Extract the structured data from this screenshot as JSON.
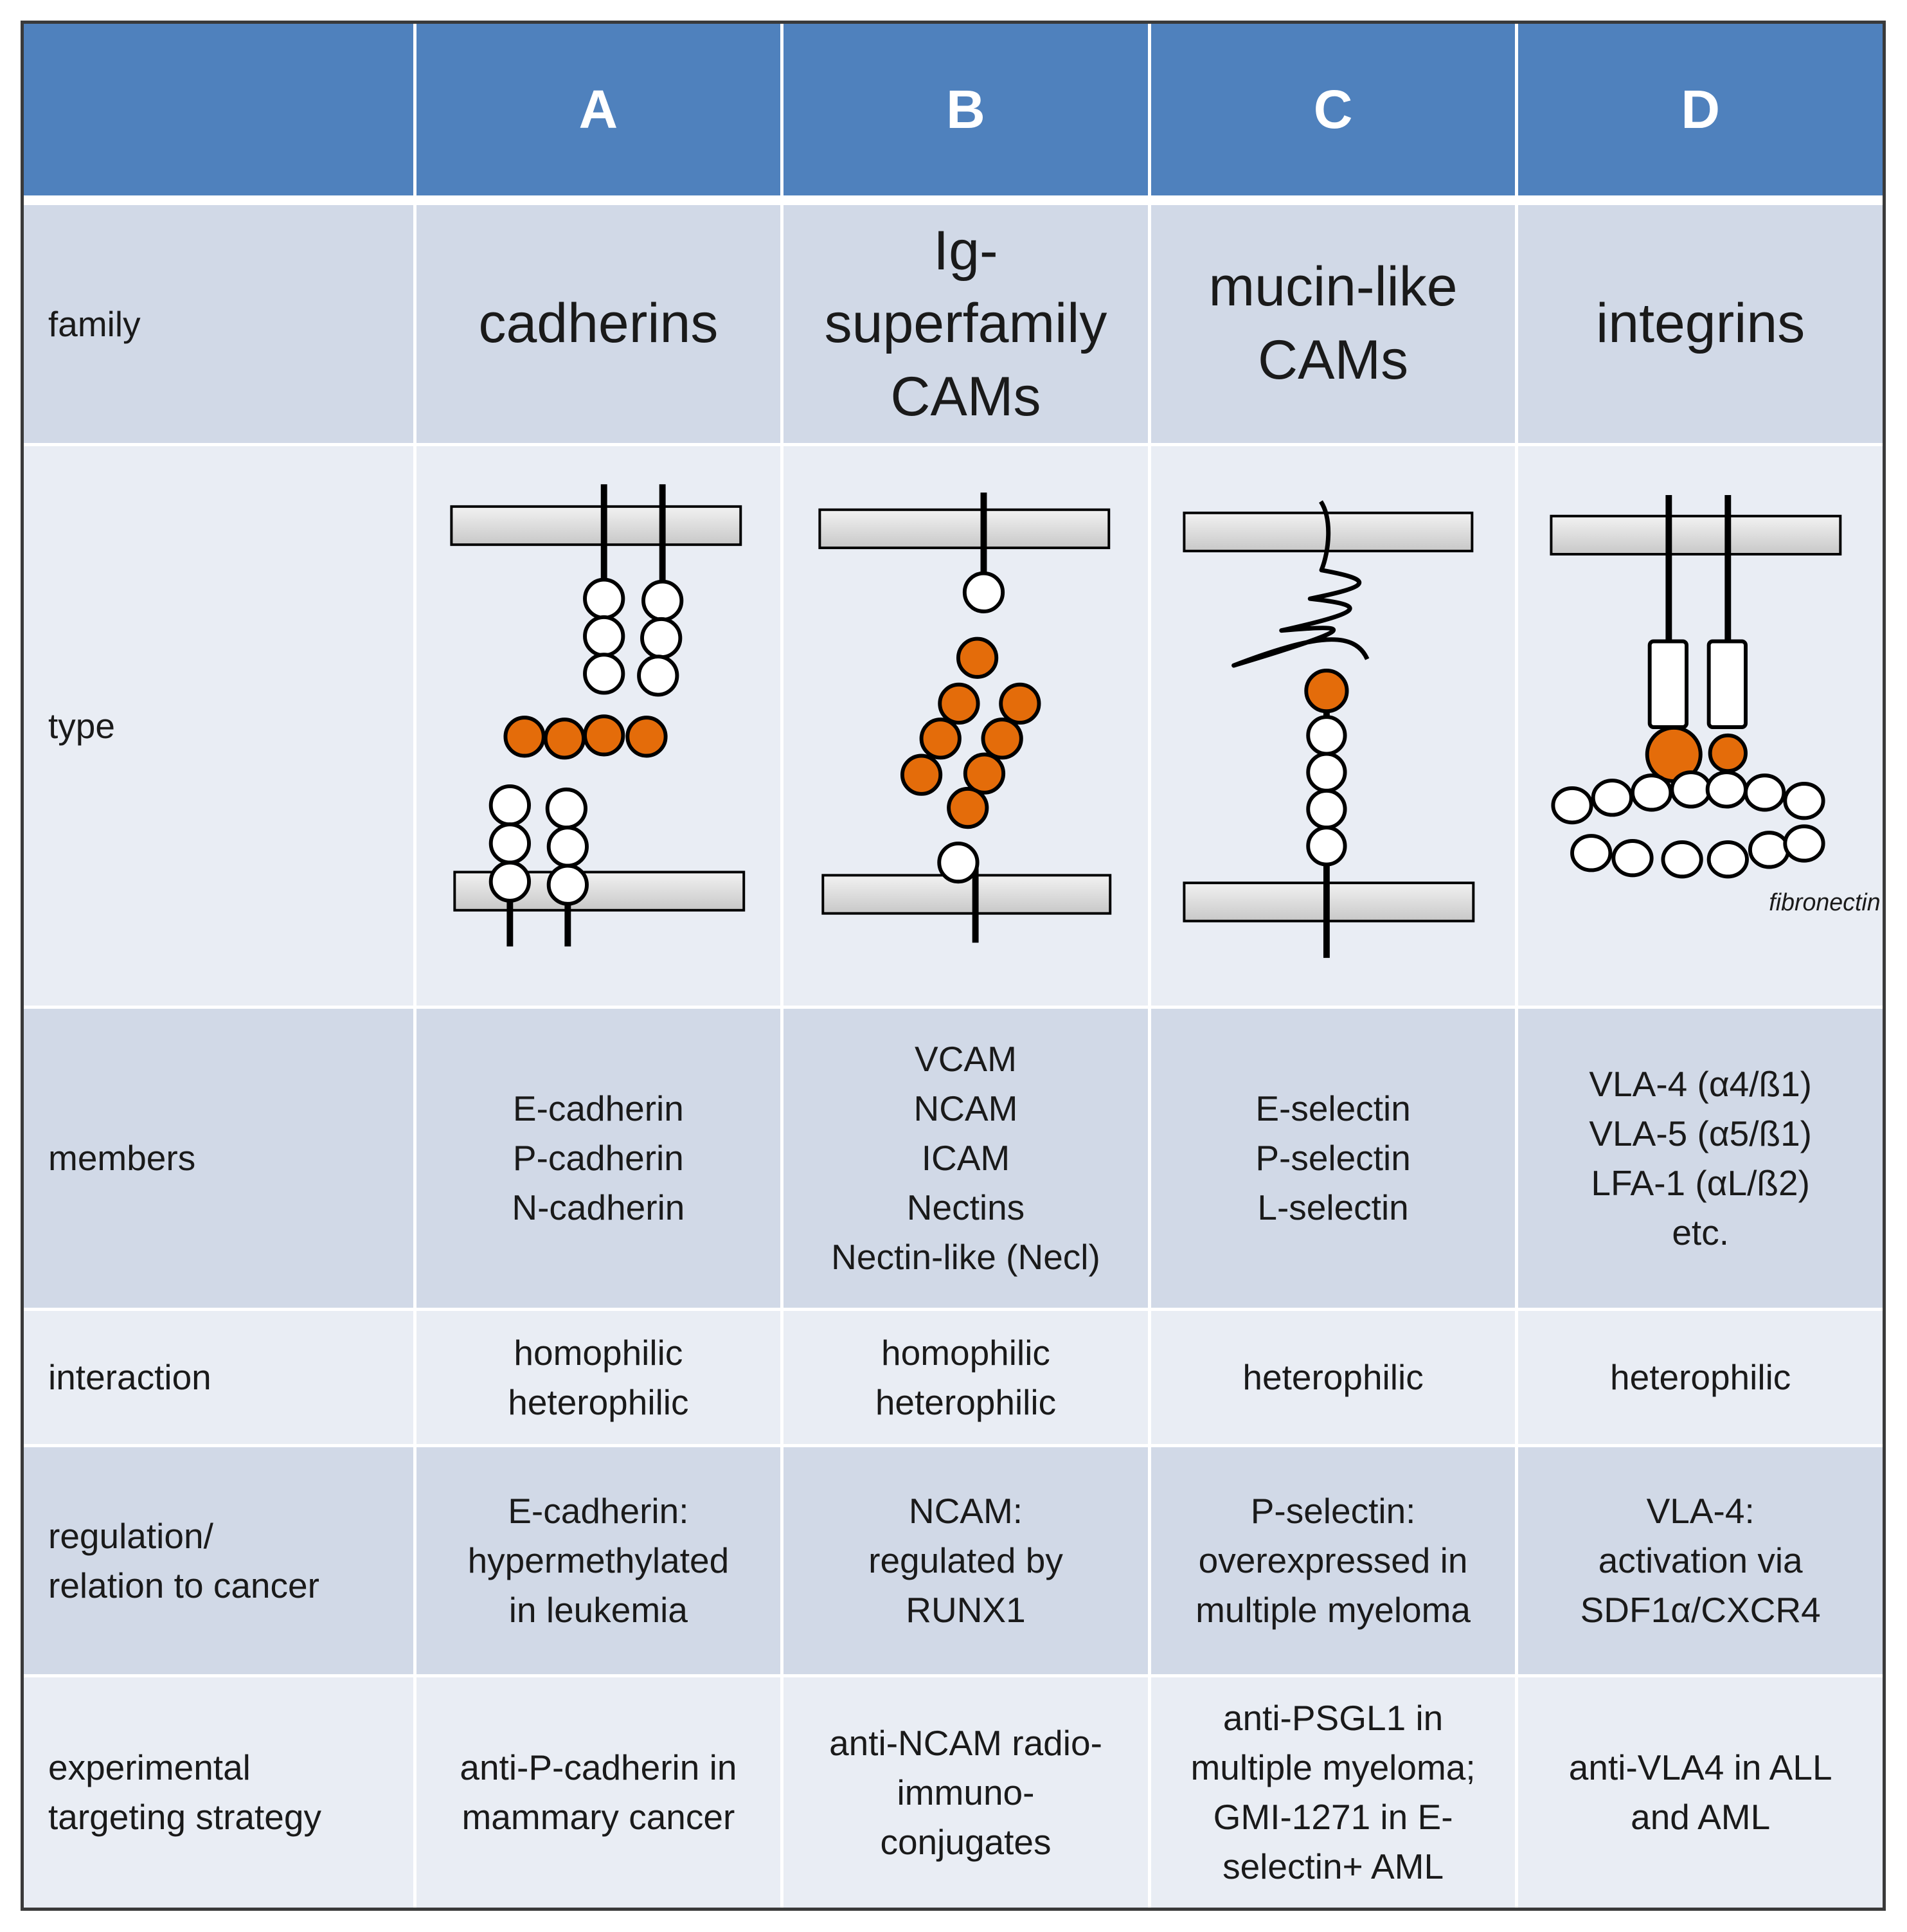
{
  "columns": [
    {
      "letter": "A",
      "family": "cadherins",
      "members": "E-cadherin\nP-cadherin\nN-cadherin",
      "interaction": "homophilic\nheterophilic",
      "regulation": "E-cadherin:\nhypermethylated\nin leukemia",
      "targeting": "anti-P-cadherin in\nmammary cancer"
    },
    {
      "letter": "B",
      "family": "Ig-\nsuperfamily\nCAMs",
      "members": "VCAM\nNCAM\nICAM\nNectins\nNectin-like (Necl)",
      "interaction": "homophilic\nheterophilic",
      "regulation": "NCAM:\nregulated by\nRUNX1",
      "targeting": "anti-NCAM radio-\nimmuno-\nconjugates"
    },
    {
      "letter": "C",
      "family": "mucin-like\nCAMs",
      "members": "E-selectin\nP-selectin\nL-selectin",
      "interaction": "heterophilic",
      "regulation": "P-selectin:\noverexpressed in\nmultiple myeloma",
      "targeting": "anti-PSGL1 in\nmultiple myeloma;\nGMI-1271 in E-\nselectin+ AML"
    },
    {
      "letter": "D",
      "family": "integrins",
      "members": "VLA-4 (α4/ß1)\nVLA-5 (α5/ß1)\nLFA-1 (αL/ß2)\netc.",
      "interaction": "heterophilic",
      "regulation": "VLA-4:\nactivation via\nSDF1α/CXCR4",
      "targeting": "anti-VLA4 in ALL\nand AML"
    }
  ],
  "row_labels": {
    "family": "family",
    "type": "type",
    "members": "members",
    "interaction": "interaction",
    "regulation": "regulation/\nrelation to cancer",
    "targeting": "experimental\ntargeting strategy"
  },
  "diagram_labels": {
    "fibronectin": "fibronectin"
  },
  "colors": {
    "header": "#4f81bd",
    "row_dark": "#d1d9e7",
    "row_light": "#e9edf4",
    "domain_orange": "#e46c0a",
    "membrane": "#dcdcdc"
  }
}
